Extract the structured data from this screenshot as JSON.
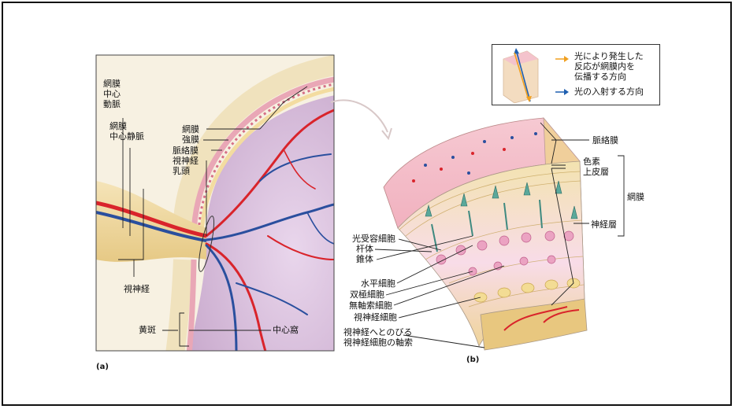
{
  "panel_a": {
    "tag": "(a)",
    "labels": {
      "central_artery": "網膜\n中心\n動脈",
      "central_vein": "網膜\n中心静脈",
      "retina": "網膜",
      "sclera": "強膜",
      "choroid": "脈絡膜",
      "optic_disc": "視神経\n乳頭",
      "optic_nerve": "視神経",
      "macula": "黄斑",
      "fovea": "中心窩"
    }
  },
  "panel_b": {
    "tag": "(b)",
    "labels": {
      "choroid": "脈絡膜",
      "pigment_epithelium": "色素\n上皮層",
      "retina": "網膜",
      "neural_layer": "神経層",
      "photoreceptors": "光受容細胞",
      "rod": "杆体",
      "cone": "錐体",
      "horizontal_cell": "水平細胞",
      "bipolar_cell": "双極細胞",
      "amacrine_cell": "無軸索細胞",
      "ganglion_cell": "視神経細胞",
      "ganglion_axon": "視神経へとのびる\n視神経細胞の軸索"
    }
  },
  "legend": {
    "orange_text": "光により発生した\n反応が網膜内を\n伝播する方向",
    "blue_text": "光の入射する方向",
    "orange_color": "#f0a020",
    "blue_color": "#1f5fb0"
  }
}
